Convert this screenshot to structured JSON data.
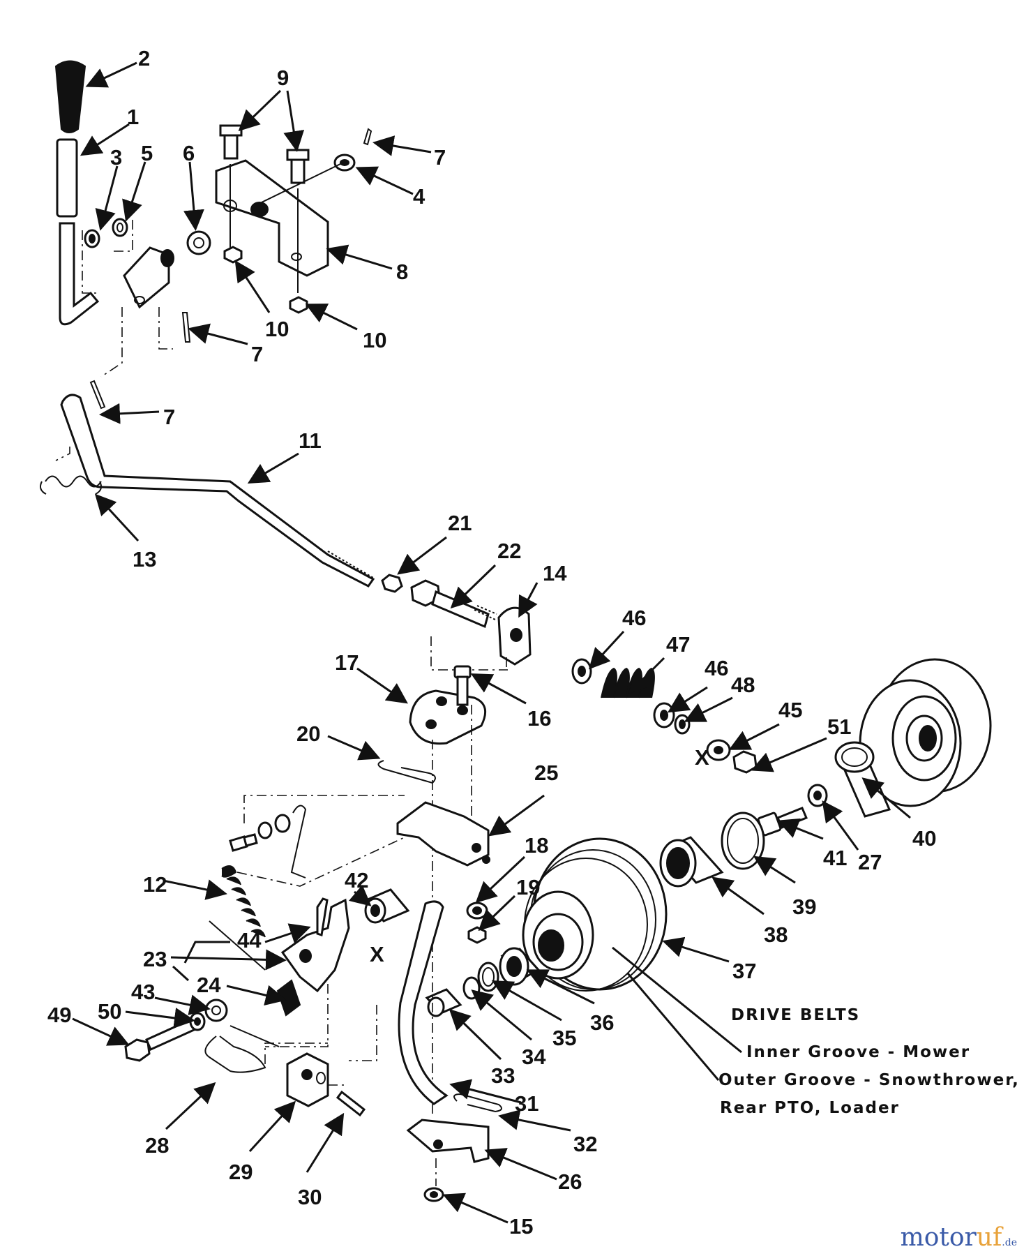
{
  "callouts": [
    "1",
    "2",
    "3",
    "4",
    "5",
    "6",
    "7",
    "8",
    "9",
    "10",
    "11",
    "12",
    "13",
    "14",
    "15",
    "16",
    "17",
    "18",
    "19",
    "20",
    "21",
    "22",
    "23",
    "24",
    "25",
    "26",
    "27",
    "28",
    "29",
    "30",
    "31",
    "32",
    "33",
    "34",
    "35",
    "36",
    "37",
    "38",
    "39",
    "40",
    "41",
    "42",
    "43",
    "44",
    "45",
    "46",
    "47",
    "48",
    "49",
    "50",
    "51"
  ],
  "x_marks": [
    "X",
    "X"
  ],
  "belt_note": {
    "title": "DRIVE BELTS",
    "inner": "Inner Groove - Mower",
    "outer_1": "Outer Groove - Snowthrower,",
    "outer_2": "Rear PTO, Loader"
  },
  "watermark": {
    "part1": "motor",
    "part2": "uf",
    "suffix": ".de"
  }
}
